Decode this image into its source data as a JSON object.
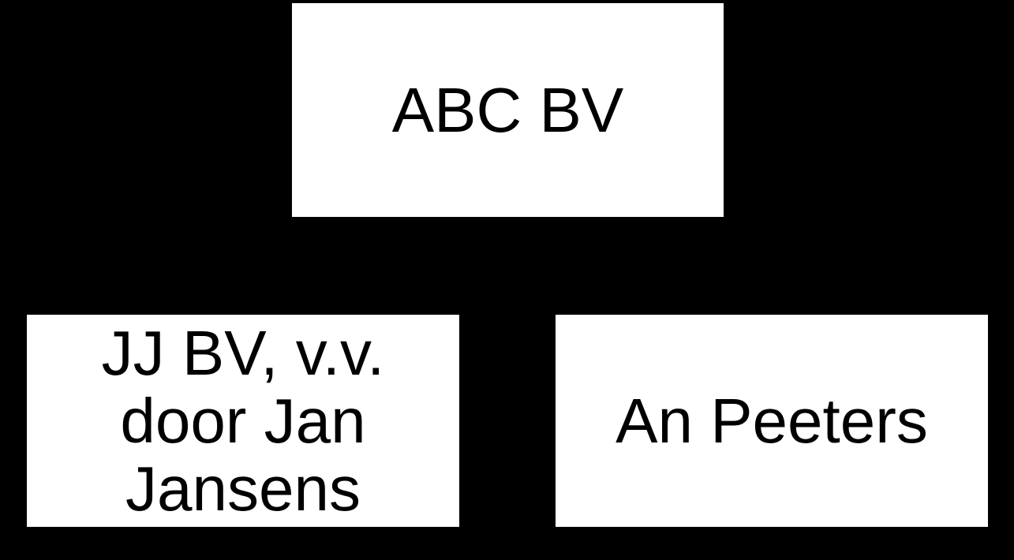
{
  "diagram": {
    "type": "org-chart",
    "background_color": "#000000",
    "node_fill_color": "#ffffff",
    "node_text_color": "#000000",
    "connectors_visible": false,
    "nodes": [
      {
        "id": "abc-bv",
        "role": "parent",
        "lines": [
          "ABC BV"
        ]
      },
      {
        "id": "jj-bv-vv-door-jan-jansens",
        "role": "child",
        "lines": [
          "JJ BV, v.v.",
          "door Jan",
          "Jansens"
        ]
      },
      {
        "id": "an-peeters",
        "role": "child",
        "lines": [
          "An Peeters"
        ]
      }
    ]
  }
}
